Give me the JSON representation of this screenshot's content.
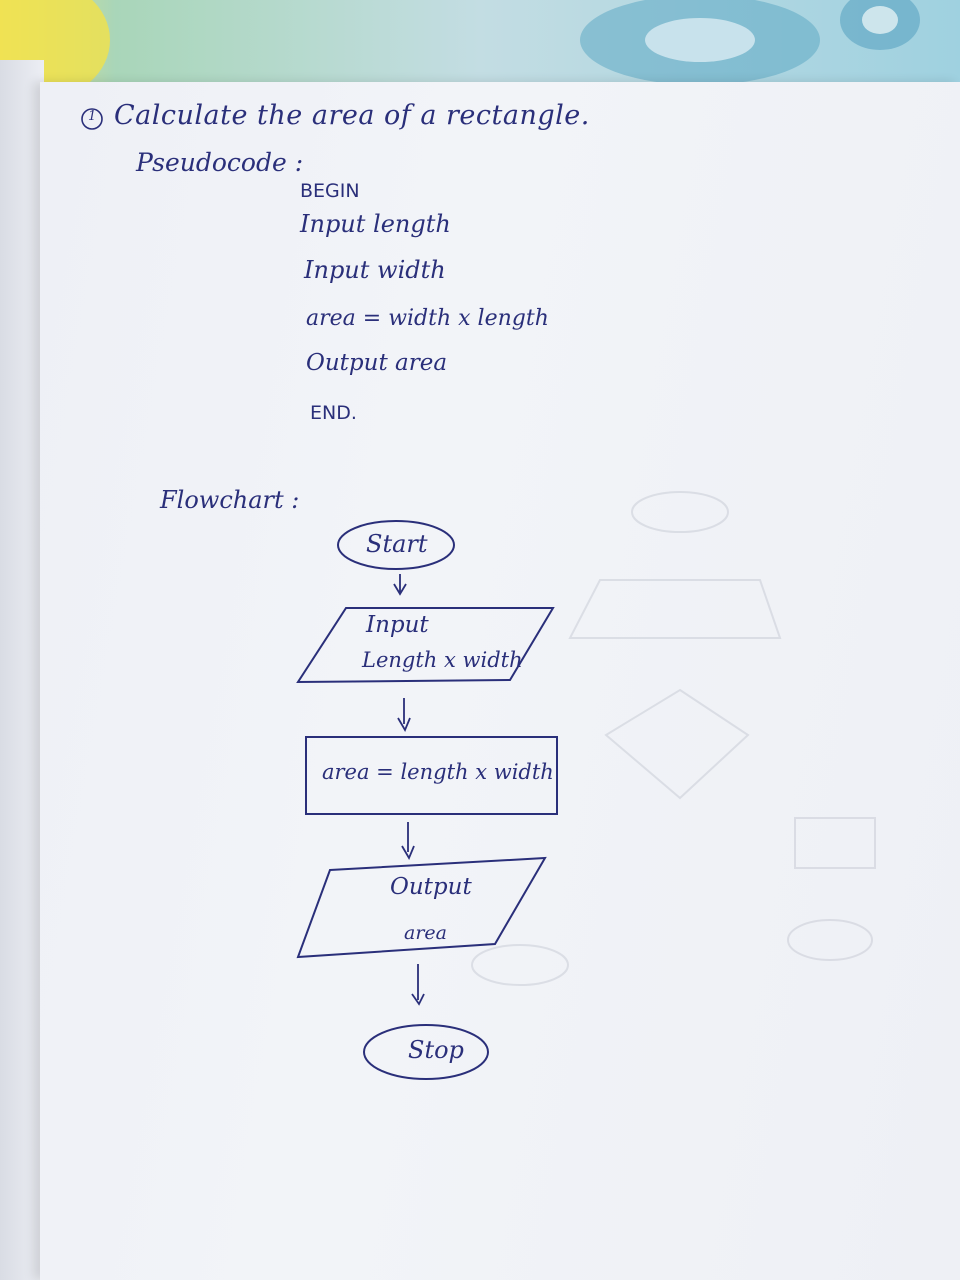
{
  "heading": {
    "number": "1",
    "title": "Calculate the area of a rectangle."
  },
  "pseudocode": {
    "label": "Pseudocode :",
    "lines": [
      "BEGIN",
      "Input length",
      "Input width",
      "area = width x length",
      "Output area",
      "END."
    ]
  },
  "flowchart": {
    "label": "Flowchart :",
    "start": "Start",
    "input_line1": "Input",
    "input_line2": "Length x width",
    "process": "area = length x width",
    "output_line1": "Output",
    "output_line2": "area",
    "stop": "Stop"
  },
  "colors": {
    "ink": "#2a2f7a",
    "paper": "#f0f2f7"
  }
}
